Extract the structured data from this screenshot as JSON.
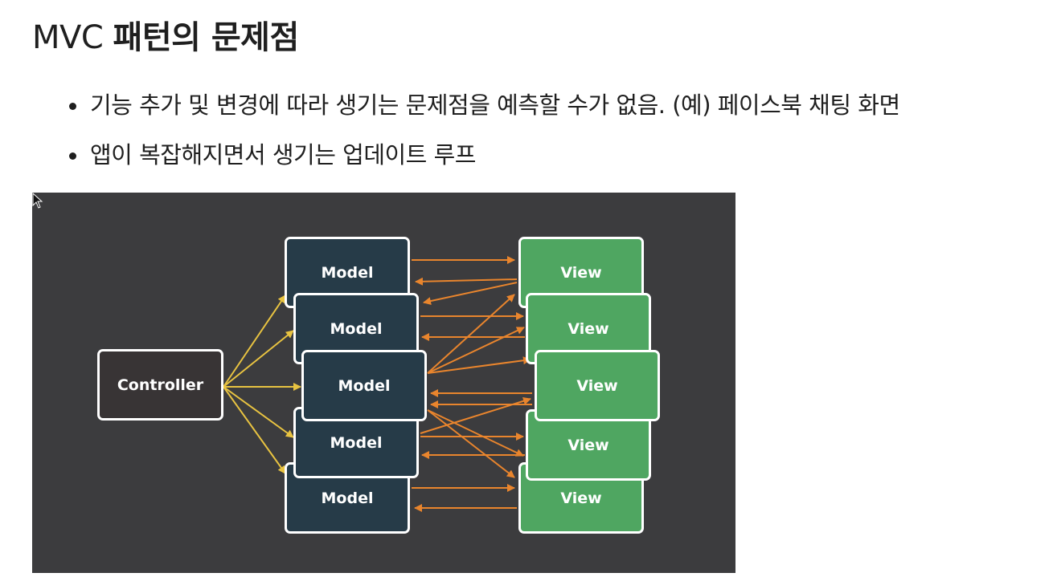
{
  "title": {
    "latin": "MVC",
    "korean": "패턴의 문제점"
  },
  "bullets": [
    "기능 추가 및 변경에 따라 생기는 문제점을 예측할 수가 없음. (예) 페이스북 채팅 화면",
    "앱이 복잡해지면서 생기는 업데이트 루프"
  ],
  "diagram": {
    "controller_label": "Controller",
    "model_label": "Model",
    "view_label": "View",
    "controller_arrow_color": "#e8c341",
    "model_view_arrow_color": "#e9852d",
    "controller_color": "#383435",
    "model_color": "#263b48",
    "view_color": "#4fa661",
    "background_color": "#3c3c3e"
  }
}
